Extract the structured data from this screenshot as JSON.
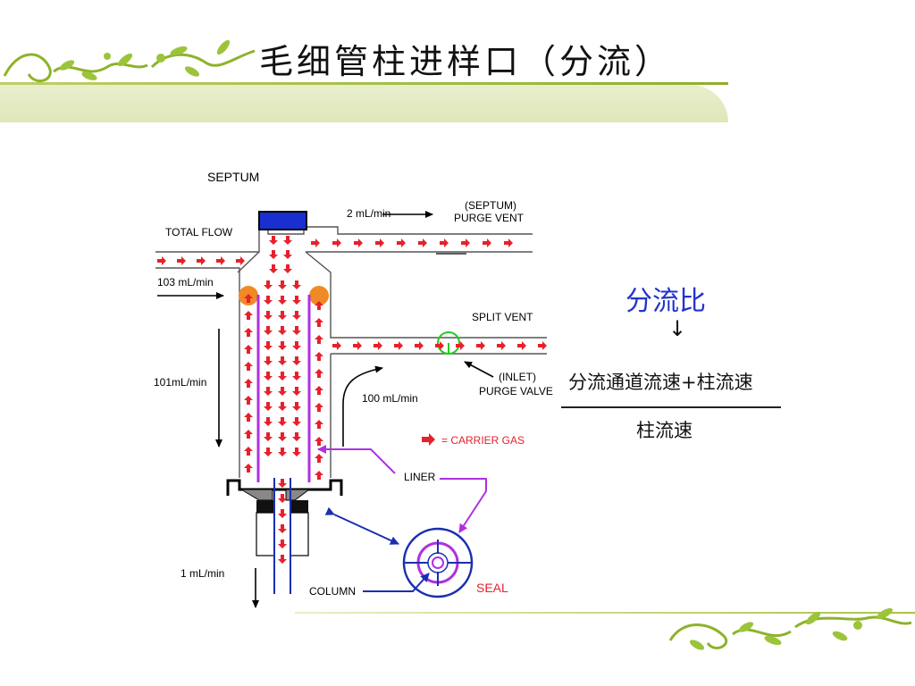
{
  "slide": {
    "title": "毛细管柱进样口（分流）"
  },
  "diagram": {
    "labels": {
      "septum": "SEPTUM",
      "total_flow": "TOTAL FLOW",
      "total_flow_rate": "103 mL/min",
      "purge_rate": "2 mL/min",
      "septum_purge_line1": "(SEPTUM)",
      "septum_purge_line2": "PURGE VENT",
      "split_vent": "SPLIT VENT",
      "liner_down_rate": "101mL/min",
      "split_rate": "100 mL/min",
      "inlet_purge_line1": "(INLET)",
      "inlet_purge_line2": "PURGE VALVE",
      "carrier_legend": "= CARRIER GAS",
      "liner": "LINER",
      "column_rate": "1 mL/min",
      "column": "COLUMN",
      "seal": "SEAL"
    },
    "colors": {
      "carrier_arrow": "#e8202a",
      "liner": "#b030e0",
      "septum": "#1a2fd0",
      "oring": "#f08a24",
      "blue_arrow": "#1a2fb0",
      "valve": "#22cc22"
    }
  },
  "split_ratio": {
    "title": "分流比",
    "down_arrow": "↓",
    "numerator": "分流通道流速+柱流速",
    "denominator": "柱流速"
  }
}
